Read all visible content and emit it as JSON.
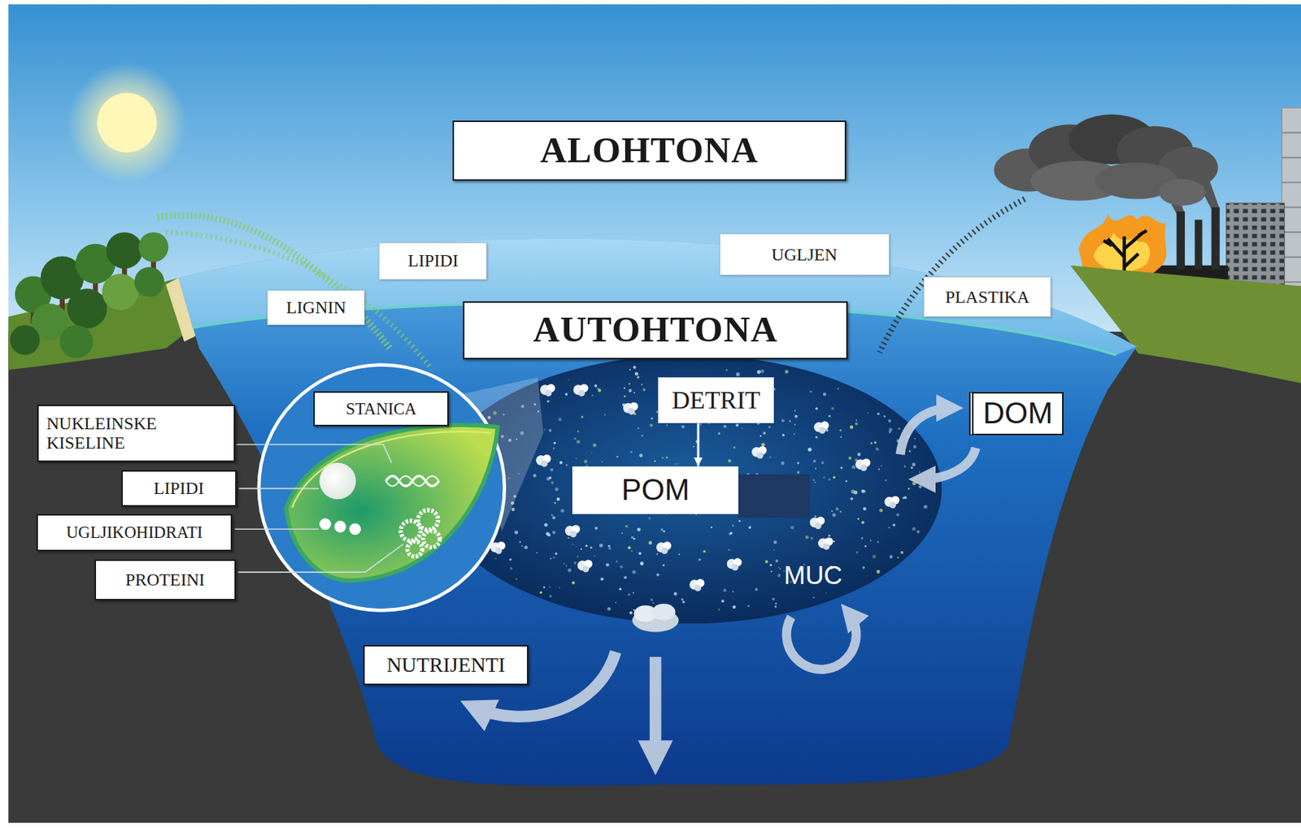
{
  "diagram": {
    "nodes": [
      {
        "text": [
          "ALOHTONA"
        ]
      },
      {
        "text": [
          "LIPIDI"
        ]
      },
      {
        "text": [
          "UGLJEN"
        ]
      },
      {
        "text": [
          "LIGNIN"
        ]
      },
      {
        "text": [
          "PLASTIKA"
        ]
      },
      {
        "text": [
          "AUTOHTONA"
        ]
      },
      {
        "text": [
          "STANICA"
        ]
      },
      {
        "text": [
          "DETRIT"
        ]
      },
      {
        "text": [
          "DOM"
        ]
      },
      {
        "text": [
          "NUKLEINSKE KISELINE"
        ]
      },
      {
        "text": [
          "LIPIDI"
        ]
      },
      {
        "text": [
          "UGLJIKOHIDRATI"
        ]
      },
      {
        "text": [
          "POM"
        ]
      },
      {
        "text": [
          "PROTEINI"
        ]
      },
      {
        "text": [
          "NUTRIJENTI"
        ]
      }
    ],
    "edges": [
      {
        "from": 7,
        "to": 12,
        "arrow": "to"
      }
    ],
    "labels": [
      "MUC"
    ]
  }
}
